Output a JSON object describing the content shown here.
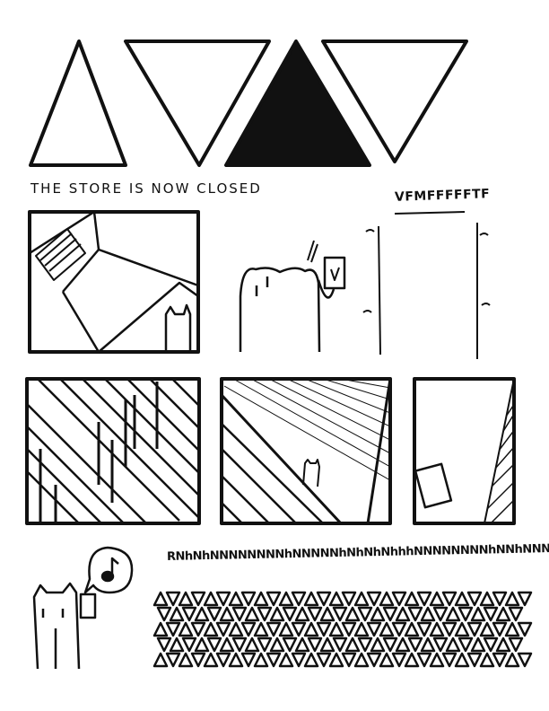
{
  "caption": "THE STORE IS NOW CLOSED",
  "sign_text": "VFMFFFFFTF",
  "hum_text": "RNhNhNNNNNNNNhNNNNNhNhNhNhhhNNNNNNNNhNNhNNNNNN",
  "colors": {
    "ink": "#111111",
    "paper": "#ffffff"
  }
}
